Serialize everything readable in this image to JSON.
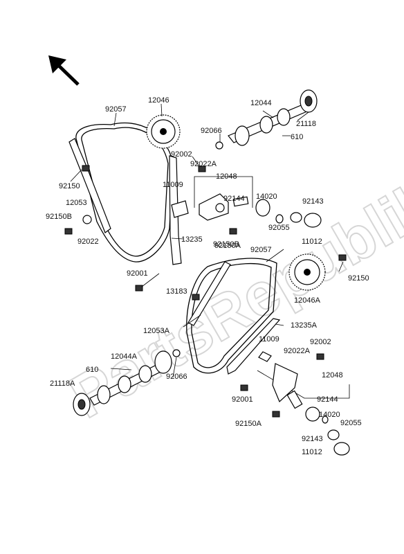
{
  "watermark": "PartsRepublik",
  "orientation_icon": "arrow-up-left-icon",
  "part_labels": [
    "92057",
    "12046",
    "12044",
    "21118",
    "92066",
    "610",
    "92002",
    "92022A",
    "11009",
    "12048",
    "92144",
    "14020",
    "92143",
    "92055",
    "11012",
    "92150",
    "12053",
    "92150B",
    "92022",
    "13235",
    "92001",
    "92150B",
    "13183",
    "92057",
    "12046A",
    "92150",
    "12053A",
    "13235A",
    "11009",
    "92002",
    "92022A",
    "12048",
    "610",
    "12044A",
    "21118A",
    "92066",
    "92144",
    "92001",
    "14020",
    "92150A",
    "92055",
    "92143",
    "11012",
    "92150A"
  ]
}
